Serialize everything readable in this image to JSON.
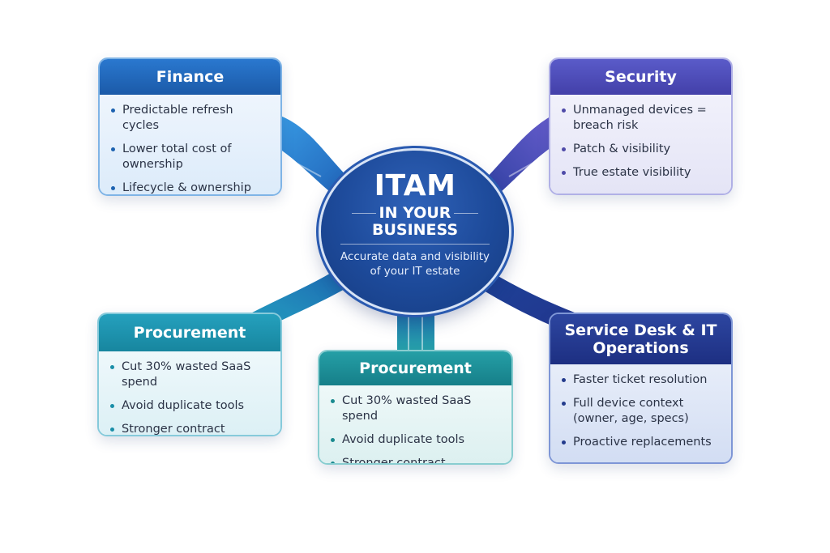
{
  "hub": {
    "title": "ITAM",
    "line1": "IN YOUR",
    "line2": "BUSINESS",
    "subtitle": "Accurate data and visibility of your IT estate"
  },
  "cards": {
    "finance": {
      "title": "Finance",
      "items": [
        "Predictable refresh cycles",
        "Lower total cost of ownership",
        "Lifecycle & ownership data"
      ]
    },
    "security": {
      "title": "Security",
      "items": [
        "Unmanaged devices = breach risk",
        "Patch & visibility",
        "True estate visibility"
      ]
    },
    "procurement_left": {
      "title": "Procurement",
      "items": [
        "Cut 30% wasted SaaS spend",
        "Avoid duplicate tools",
        "Stronger contract negotiations"
      ]
    },
    "procurement_center": {
      "title": "Procurement",
      "items": [
        "Cut 30% wasted SaaS spend",
        "Avoid duplicate tools",
        "Stronger contract negotiations"
      ]
    },
    "service_desk": {
      "title": "Service Desk & IT Operations",
      "items": [
        "Faster ticket resolution",
        "Full device context (owner, age, specs)",
        "Proactive replacements"
      ]
    }
  },
  "colors": {
    "finance": "#1b5aa8",
    "security": "#4340a9",
    "procurement_left": "#17869f",
    "procurement_center": "#167f89",
    "service_desk": "#1d2f82",
    "hub": "#1d4a9a"
  }
}
